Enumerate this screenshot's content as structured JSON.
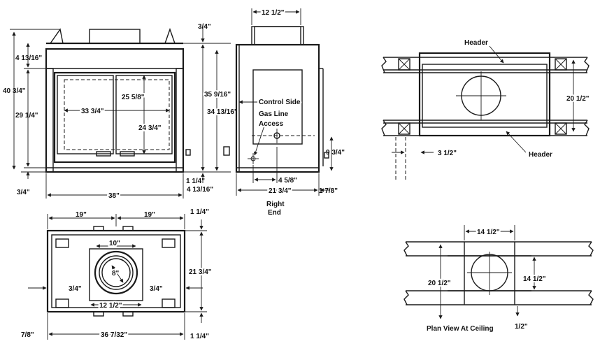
{
  "front_view": {
    "dims": {
      "top_flange": "3/4\"",
      "top_recess": "4 13/16\"",
      "overall_height": "40 3/4\"",
      "opening_height": "29 1/4\"",
      "bottom_offset": "3/4\"",
      "opening_width": "33 3/4\"",
      "glass_height_upper": "25 5/8\"",
      "glass_height_lower": "24 3/4\"",
      "total_width": "38\"",
      "side_height_upper": "35 9/16\"",
      "side_height_lower": "34 13/16\"",
      "base_height": "1 1/4\"",
      "base_depth": "4 13/16\""
    }
  },
  "side_view": {
    "dims": {
      "collar_width": "12 1/2\"",
      "gas_offset": "4 5/8\"",
      "depth": "21 3/4\"",
      "rear_offset": "1 7/8\"",
      "gas_height": "9 3/4\""
    },
    "notes": {
      "control_side": "Control Side",
      "gas_line": "Gas Line",
      "access": "Access"
    },
    "caption_line1": "Right",
    "caption_line2": "End"
  },
  "top_view": {
    "dims": {
      "left_half": "19\"",
      "right_half": "19\"",
      "collar_outer": "10\"",
      "flue": "8\"",
      "collar_base": "12 1/2\"",
      "left_inset": "3/4\"",
      "right_inset": "3/4\"",
      "total_width": "36 7/32\"",
      "left_edge": "7/8\"",
      "top_offset": "1 1/4\"",
      "depth": "21 3/4\"",
      "bottom_offset": "1 1/4\""
    }
  },
  "header_view": {
    "label_top": "Header",
    "label_bottom": "Header",
    "dims": {
      "span": "20 1/2\"",
      "offset": "3 1/2\""
    }
  },
  "ceiling_view": {
    "dims": {
      "width_top": "14 1/2\"",
      "span": "20 1/2\"",
      "inner": "14 1/2\"",
      "step": "1/2\""
    },
    "caption": "Plan View At Ceiling"
  }
}
